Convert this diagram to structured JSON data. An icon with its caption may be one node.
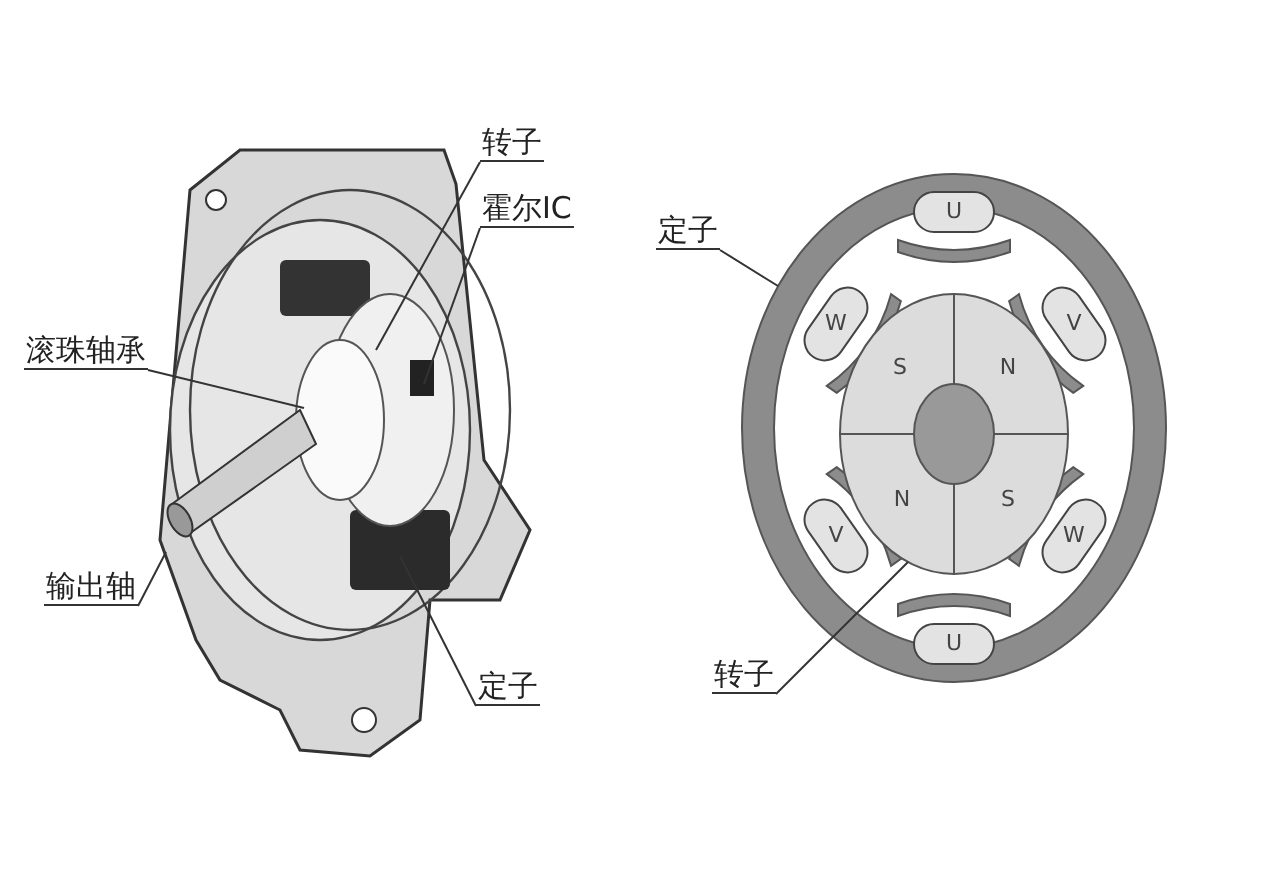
{
  "diagram": {
    "nodes": [
      {
        "text": [
          "转子"
        ]
      },
      {
        "text": [
          "霍尔IC"
        ]
      },
      {
        "text": [
          "滚珠轴承"
        ]
      },
      {
        "text": [
          "输出轴"
        ]
      },
      {
        "text": [
          "定子"
        ]
      },
      {
        "text": [
          "定子"
        ]
      },
      {
        "text": [
          "转子"
        ]
      },
      {
        "text": [],
        "shape": "circle"
      },
      {
        "text": [],
        "shape": "circle",
        "in": 7
      }
    ],
    "edges": [
      {
        "from": 0,
        "to": null,
        "arrow": "none"
      },
      {
        "from": 1,
        "to": null,
        "arrow": "none"
      },
      {
        "from": 2,
        "to": null,
        "arrow": "none"
      },
      {
        "from": 3,
        "to": null,
        "arrow": "none"
      },
      {
        "from": 4,
        "to": null,
        "arrow": "none"
      },
      {
        "from": 5,
        "to": 7,
        "arrow": "none"
      },
      {
        "from": 6,
        "to": 8,
        "arrow": "none"
      }
    ],
    "labels": [
      "U",
      "W",
      "V",
      "S",
      "N",
      "N",
      "S",
      "V",
      "W",
      "U"
    ]
  }
}
